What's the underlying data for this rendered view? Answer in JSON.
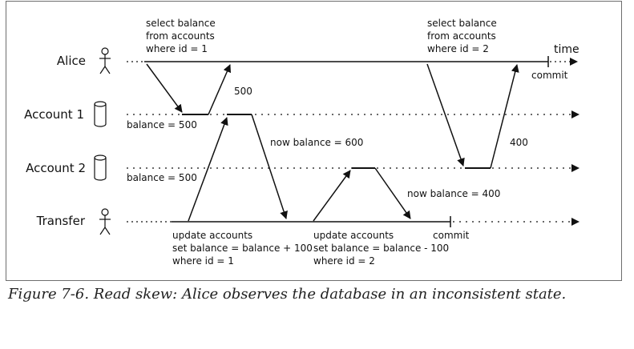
{
  "actors": {
    "alice": "Alice",
    "account1": "Account 1",
    "account2": "Account 2",
    "transfer": "Transfer"
  },
  "time_label": "time",
  "alice_query1": [
    "select balance",
    "from accounts",
    "where id = 1"
  ],
  "alice_query2": [
    "select balance",
    "from accounts",
    "where id = 2"
  ],
  "alice_commit": "commit",
  "value_500": "500",
  "value_400": "400",
  "balance_acc1": "balance = 500",
  "balance_acc2": "balance = 500",
  "now_balance_600": "now balance = 600",
  "now_balance_400": "now balance = 400",
  "transfer_update1": [
    "update accounts",
    "set balance = balance + 100",
    "where id = 1"
  ],
  "transfer_update2": [
    "update accounts",
    "set balance = balance - 100",
    "where id = 2"
  ],
  "transfer_commit": "commit",
  "caption": "Figure 7-6. Read skew: Alice observes the database in an inconsistent state.",
  "colors": {
    "line": "#111111",
    "frame": "#6e6e6e"
  }
}
